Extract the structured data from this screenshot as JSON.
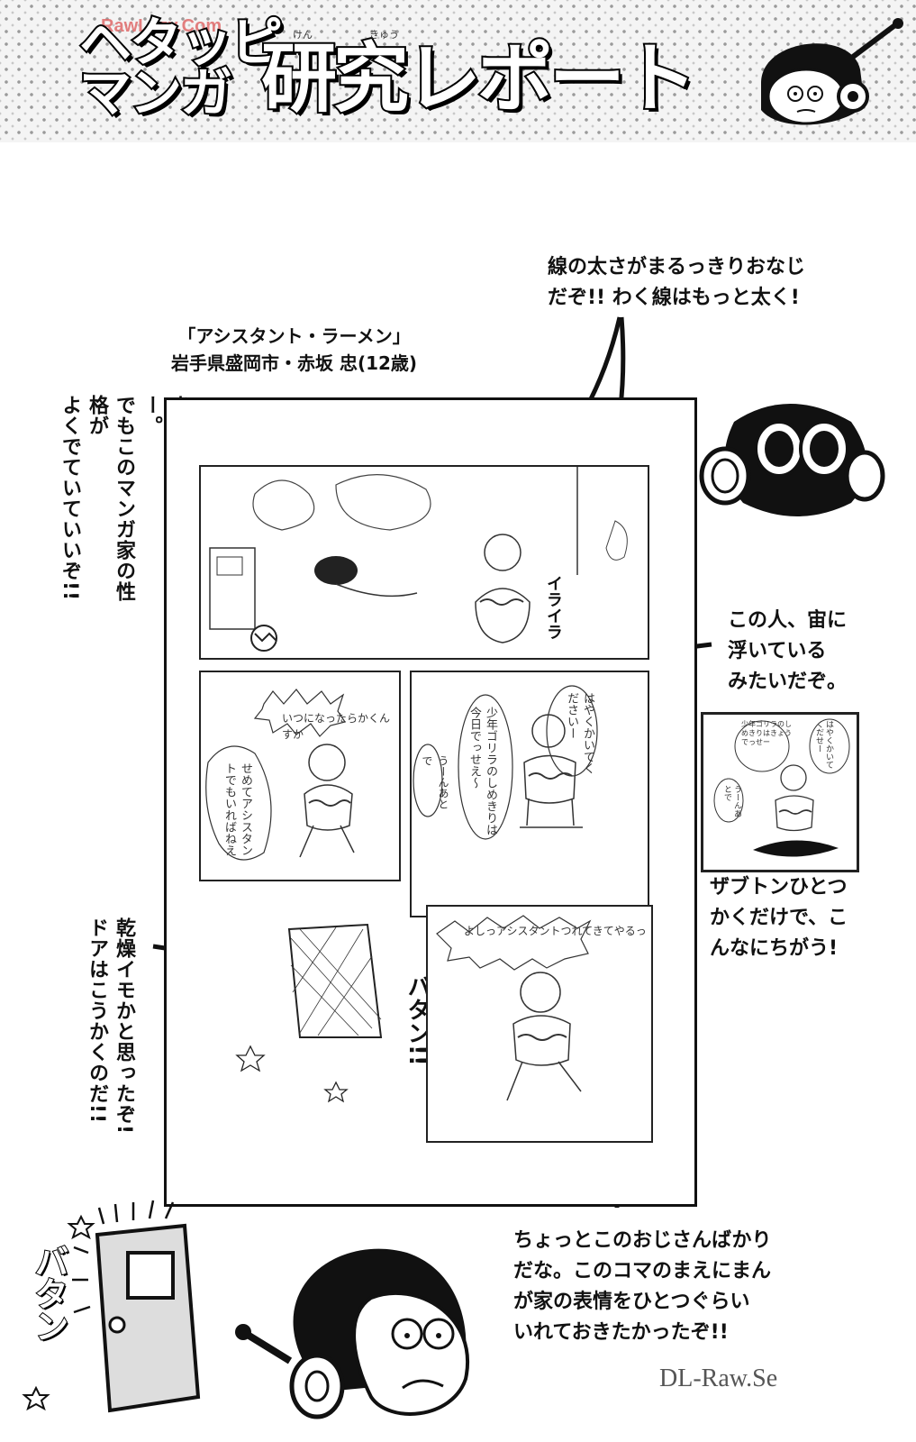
{
  "header": {
    "title_line1": "ヘタッピ",
    "title_line2": "マンガ",
    "title_main": "研究レポート",
    "ruby_ken": "けん",
    "ruby_kyuu": "きゅう",
    "watermark_top": "RawLazy.Com"
  },
  "credit": {
    "work_title": "「アシスタント・ラーメン」",
    "author": "岩手県盛岡市・赤坂 忠(12歳)"
  },
  "comments": {
    "line_thickness": [
      "線の太さがまるっきりおなじ",
      "だぞ!! わく線はもっと太く!"
    ],
    "left_vertical": [
      "きったねえー部屋だなー。",
      "でもこのマンガ家の性格が",
      "よくでていていいぞ!!"
    ],
    "floating": [
      "この人、宙に",
      "浮いている",
      "みたいだぞ。"
    ],
    "zabuton": [
      "ザブトンひとつ",
      "かくだけで、こ",
      "んなにちがう!"
    ],
    "door_vertical": [
      "乾燥イモかと思ったぞ!",
      "ドアはこうかくのだ!!"
    ],
    "bottom": [
      "ちょっとこのおじさんばかり",
      "だな。このコマのまえにまん",
      "が家の表情をひとつぐらい",
      "いれておきたかったぞ!!"
    ]
  },
  "manga": {
    "panel1_sfx": "イライラ",
    "panel2_balloon1": "いつになったらかくんすか",
    "panel2_balloon2": "せめてアシスタントでもいればねえ",
    "panel3_balloon1": "はやくかいてくださいー",
    "panel3_balloon2": "少年ゴリラのしめきりは今日でっせえ〜",
    "panel3_balloon3": "うーんあとで",
    "panel4_sfx": "バタン!!",
    "panel5_balloon": "よしっアシスタントつれてきてやるっ"
  },
  "example_panel": {
    "balloon1": "はやくかいてくだせー",
    "balloon2": "少年ゴリラのしめきりはきょうでっせー",
    "balloon3": "うーんあとで"
  },
  "door_sfx": "バタン",
  "watermark_bottom": "DL-Raw.Se"
}
